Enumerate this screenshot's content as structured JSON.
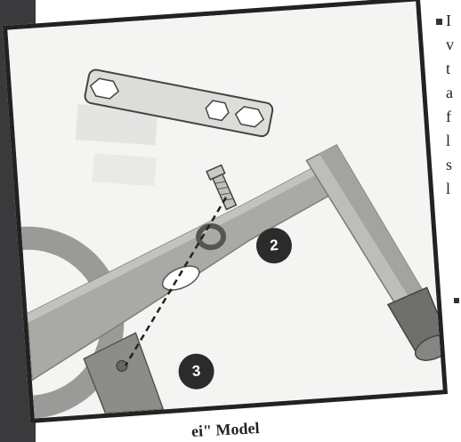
{
  "figure": {
    "callouts": [
      "2",
      "3"
    ]
  },
  "side_text": {
    "lines": [
      "I",
      "v",
      "t",
      "a",
      "f",
      "l",
      "s",
      "l"
    ]
  },
  "caption": "ei\" Model"
}
